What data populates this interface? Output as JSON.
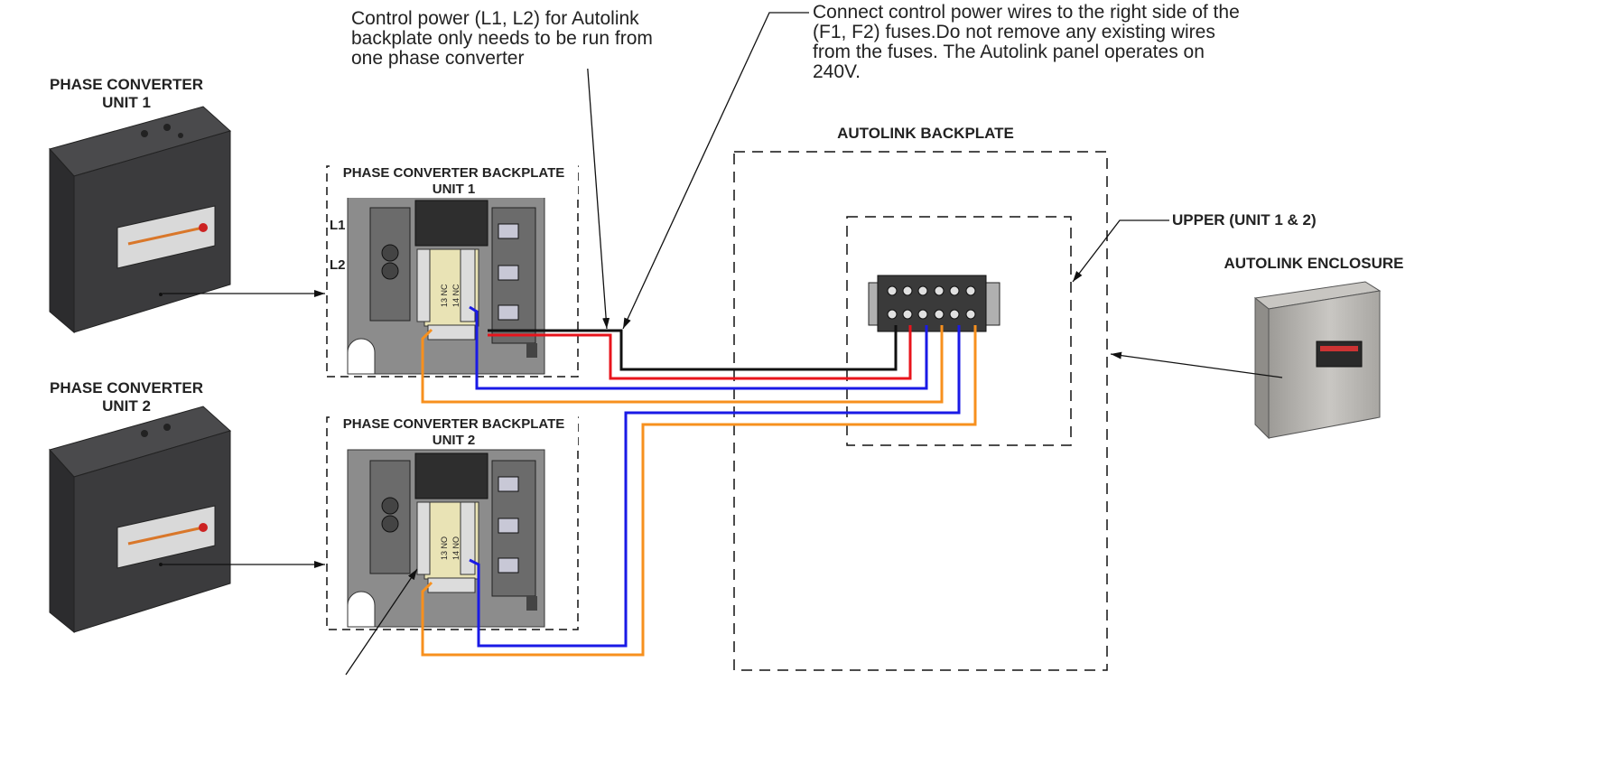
{
  "labels": {
    "unit1_title": "PHASE CONVERTER\nUNIT 1",
    "unit2_title": "PHASE CONVERTER\nUNIT 2",
    "backplate1_title": "PHASE CONVERTER BACKPLATE\nUNIT 1",
    "backplate2_title": "PHASE CONVERTER BACKPLATE\nUNIT 2",
    "autolink_backplate": "AUTOLINK BACKPLATE",
    "upper_label": "UPPER (UNIT 1 & 2)",
    "autolink_enclosure": "AUTOLINK ENCLOSURE",
    "l1": "L1",
    "l2": "L2",
    "contact_13nc": "13 NC",
    "contact_14nc": "14 NC",
    "contact_13no": "13 NO",
    "contact_14no": "14 NO"
  },
  "notes": {
    "control_power": "Control power (L1, L2) for Autolink\nbackplate only needs to be run from\none phase converter",
    "connect_wires": "Connect control power wires to the right side of the\n(F1, F2) fuses.Do not remove any existing wires\nfrom the fuses. The Autolink panel operates on\n240V."
  },
  "colors": {
    "wire_black": "#111111",
    "wire_red": "#e8141c",
    "wire_blue": "#1a1ae6",
    "wire_orange": "#f7901e",
    "cabinet_dark": "#3b3b3d",
    "plate_gray": "#8c8c8c",
    "enclosure_gray": "#b6b4b0"
  }
}
